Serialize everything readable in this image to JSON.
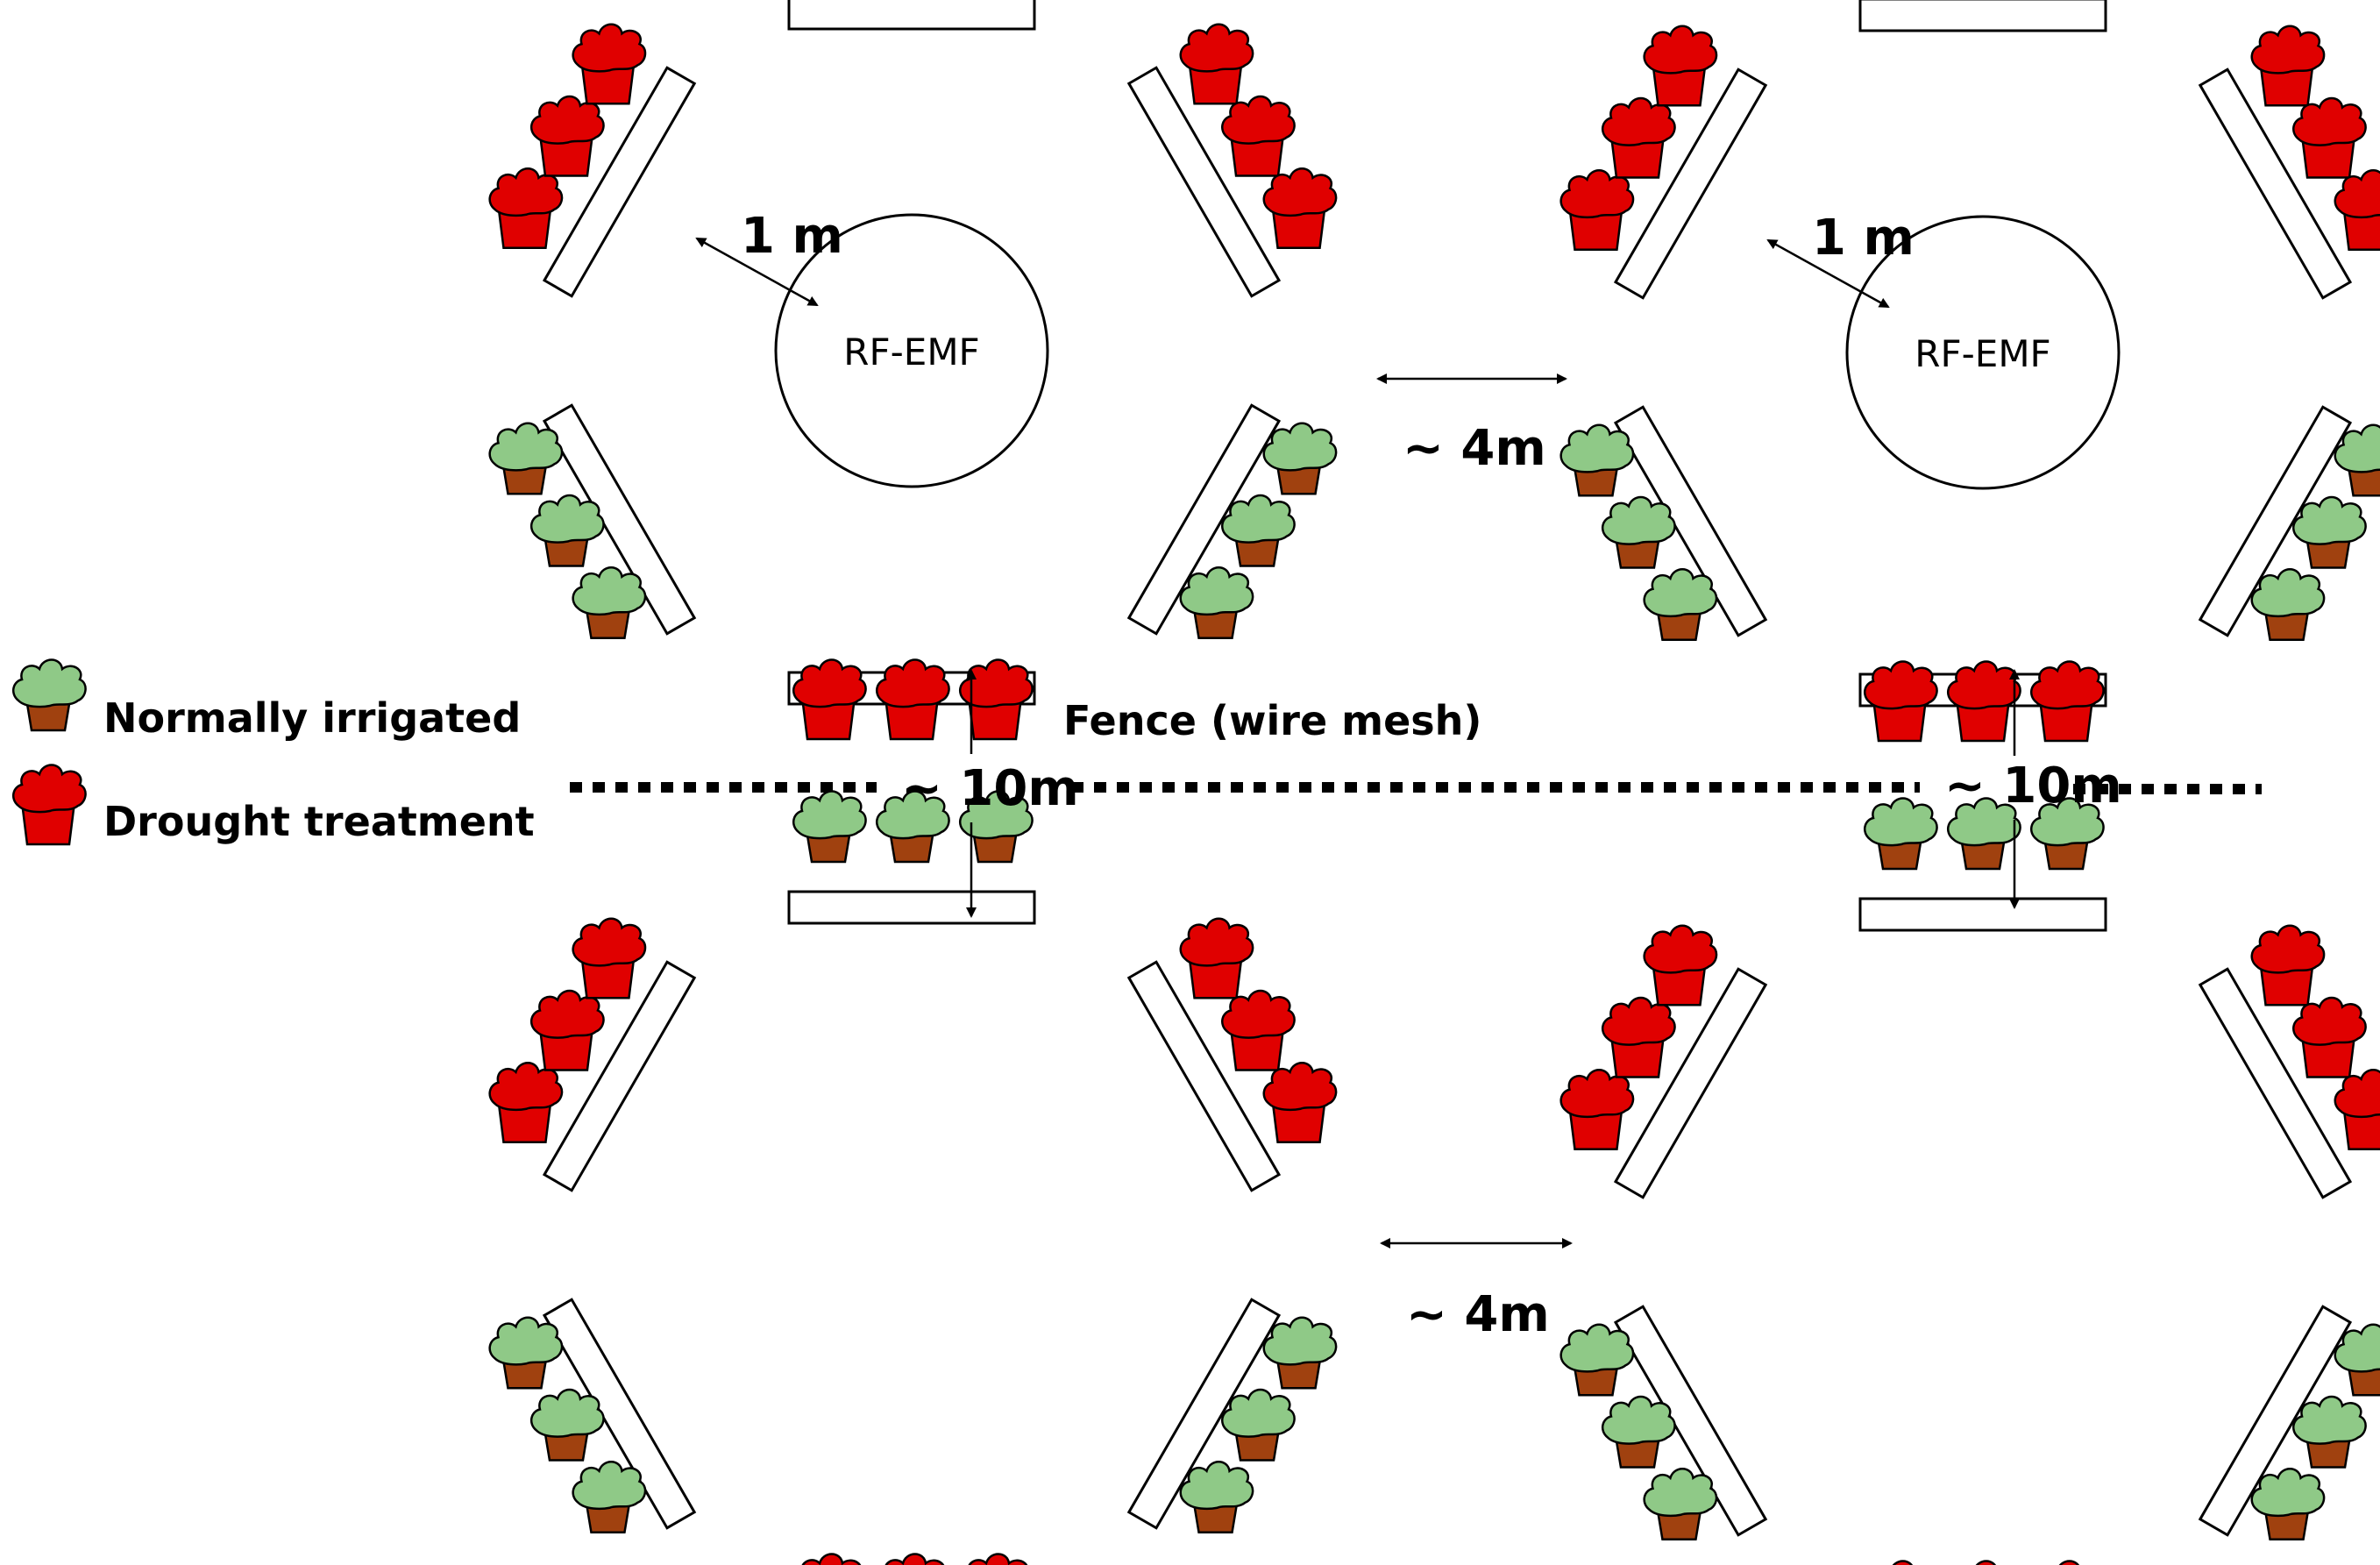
{
  "legend": {
    "normal_label": "Normally irrigated",
    "drought_label": "Drought treatment"
  },
  "labels": {
    "circle_label": "RF-EMF",
    "distance_1m": "1 m",
    "distance_4m": "~ 4m",
    "distance_10m": "~ 10m",
    "fence_label": "Fence (wire mesh)"
  },
  "colors": {
    "normal_foliage": "#8fc987",
    "normal_pot": "#a0410f",
    "drought": "#e00000",
    "outline": "#000000",
    "background": "#ffffff"
  },
  "plots": [
    {
      "position": "top-left",
      "has_rf_emf": true
    },
    {
      "position": "top-right",
      "has_rf_emf": true
    },
    {
      "position": "bottom-left",
      "has_rf_emf": false
    },
    {
      "position": "bottom-right",
      "has_rf_emf": false
    }
  ],
  "icons": [
    "normal-plant-icon",
    "drought-plant-icon"
  ]
}
